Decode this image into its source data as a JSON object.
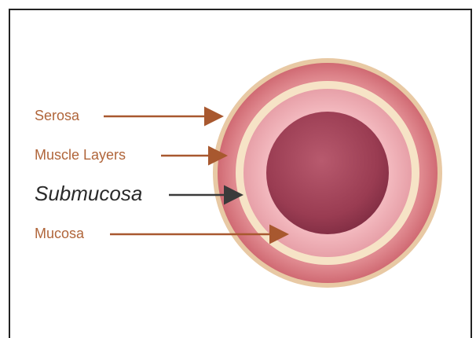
{
  "labels": {
    "serosa": "Serosa",
    "muscle_layers": "Muscle Layers",
    "submucosa": "Submucosa",
    "mucosa": "Mucosa"
  },
  "colors": {
    "frame": "#222222",
    "label_brown": "#b0653a",
    "label_dark": "#2a2a2a",
    "arrow_brown": "#a8582f",
    "arrow_dark": "#3a3a3a",
    "serosa": "#e8c9a4",
    "muscle": "#d9777e",
    "submucosa_band": "#f6e3c6",
    "mucosa": "#eba0aa",
    "lumen": "#9a3c52"
  }
}
